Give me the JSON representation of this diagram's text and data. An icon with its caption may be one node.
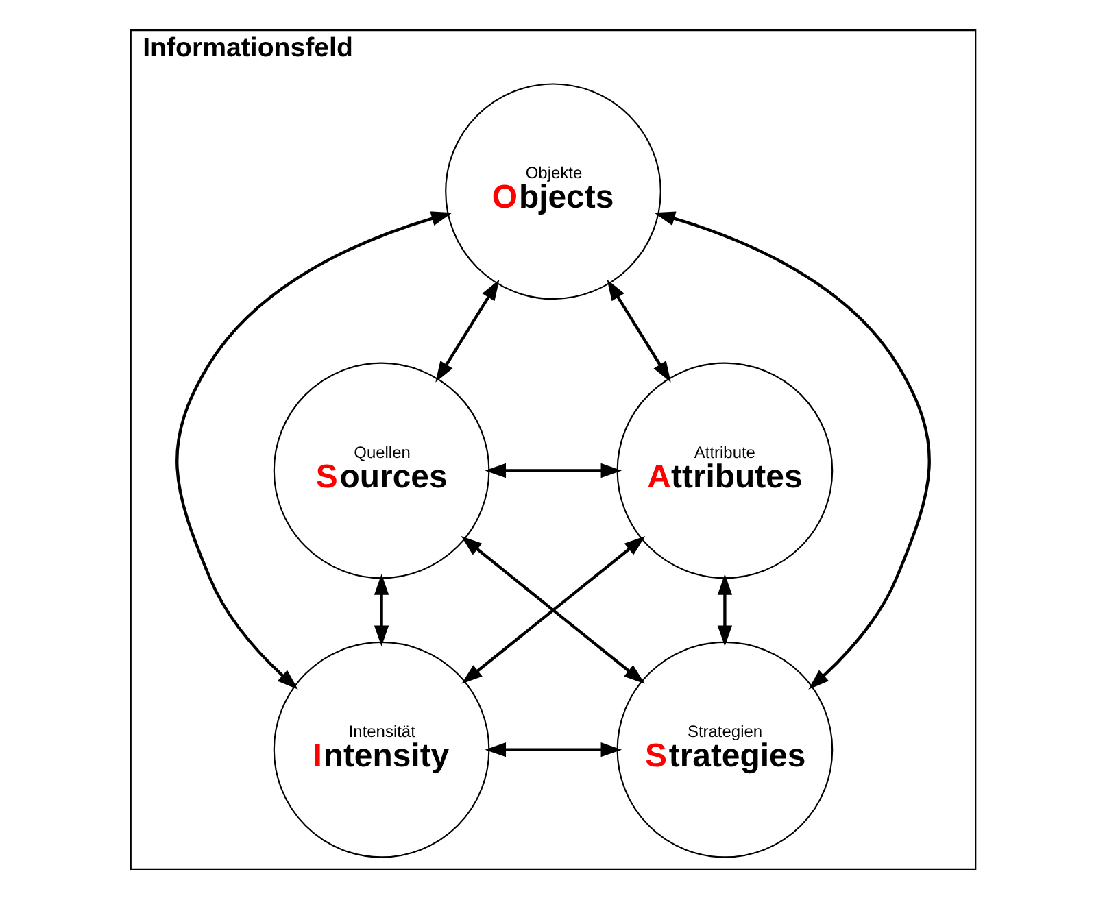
{
  "diagram": {
    "nodes": [
      {
        "text": [
          "Informationsfeld"
        ]
      },
      {
        "text": [
          "Objekte",
          "Objects"
        ],
        "in": 0
      },
      {
        "text": [
          "Quellen",
          "Sources"
        ],
        "in": 0
      },
      {
        "text": [
          "Attribute",
          "Attributes"
        ],
        "in": 0
      },
      {
        "text": [
          "Intensität",
          "Intensity"
        ],
        "in": 0
      },
      {
        "text": [
          "Strategien",
          "Strategies"
        ],
        "in": 0
      }
    ],
    "edges": [
      {
        "from": 1,
        "to": 2,
        "arrow": "both"
      },
      {
        "from": 1,
        "to": 3,
        "arrow": "both"
      },
      {
        "from": 2,
        "to": 3,
        "arrow": "both"
      },
      {
        "from": 2,
        "to": 4,
        "arrow": "both"
      },
      {
        "from": 2,
        "to": 5,
        "arrow": "both"
      },
      {
        "from": 1,
        "to": 4,
        "arrow": "both"
      },
      {
        "from": 1,
        "to": 5,
        "arrow": "both"
      },
      {
        "from": 3,
        "to": 4,
        "arrow": "both"
      },
      {
        "from": 3,
        "to": 5,
        "arrow": "both"
      },
      {
        "from": 4,
        "to": 5,
        "arrow": "both"
      }
    ]
  }
}
